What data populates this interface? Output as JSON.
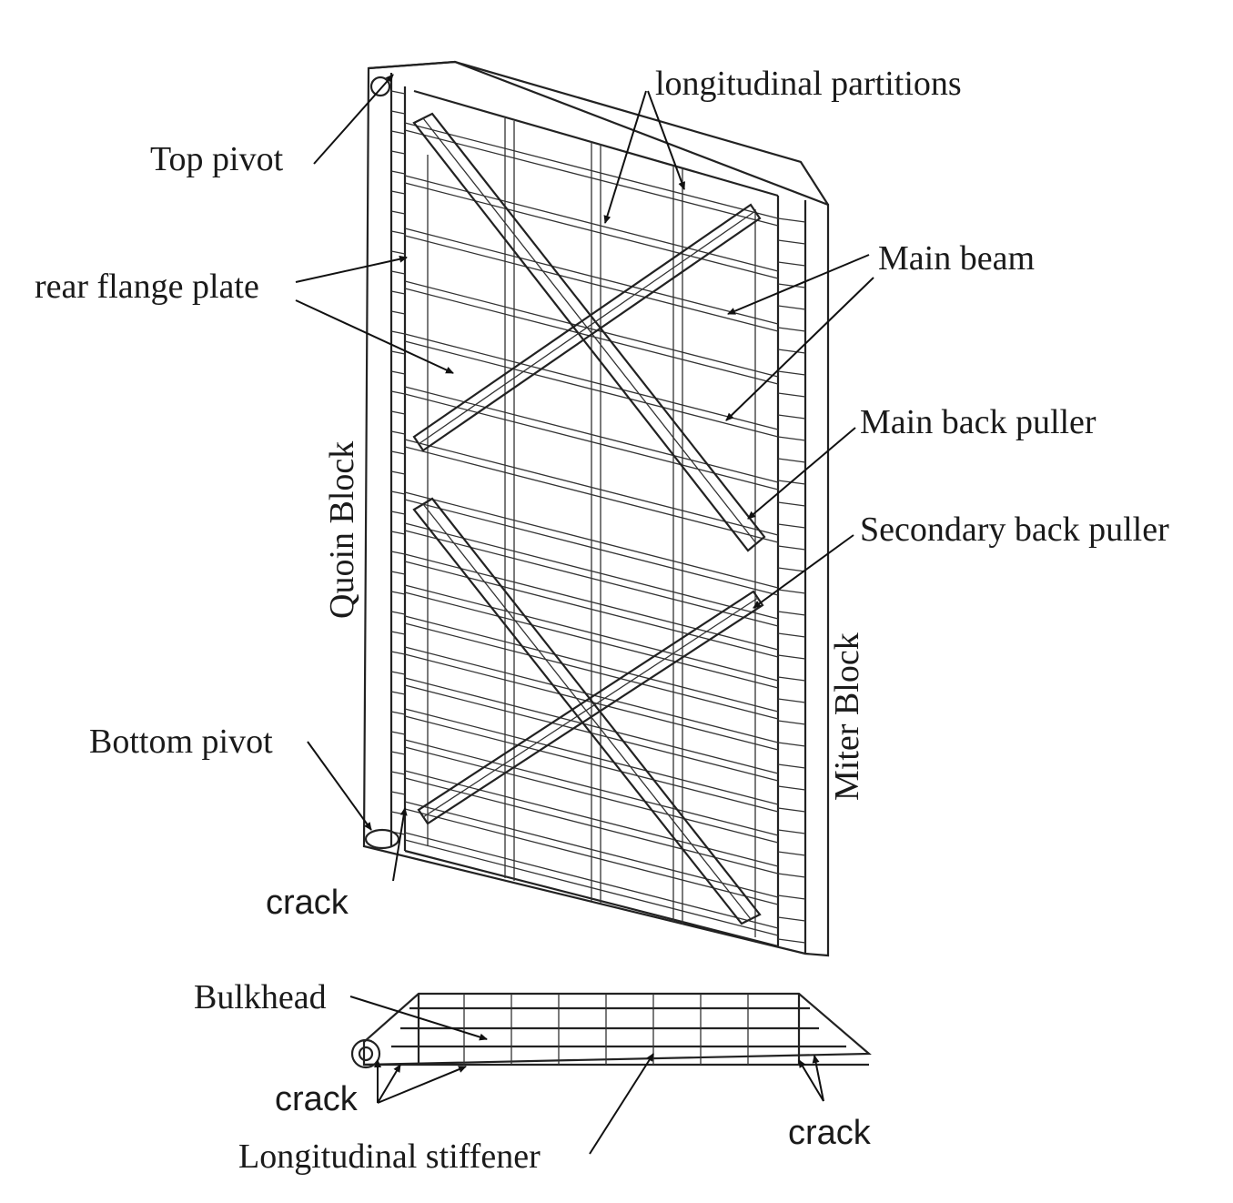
{
  "labels": {
    "longitudinal_partitions": "longitudinal partitions",
    "top_pivot": "Top pivot",
    "main_beam": "Main beam",
    "rear_flange_plate": "rear flange plate",
    "main_back_puller": "Main back puller",
    "secondary_back_puller": "Secondary back puller",
    "quoin_block": "Quoin Block",
    "miter_block": "Miter Block",
    "bottom_pivot": "Bottom pivot",
    "crack_gate": "crack",
    "bulkhead": "Bulkhead",
    "crack_left": "crack",
    "crack_right": "crack",
    "longitudinal_stiffener": "Longitudinal stiffener"
  }
}
